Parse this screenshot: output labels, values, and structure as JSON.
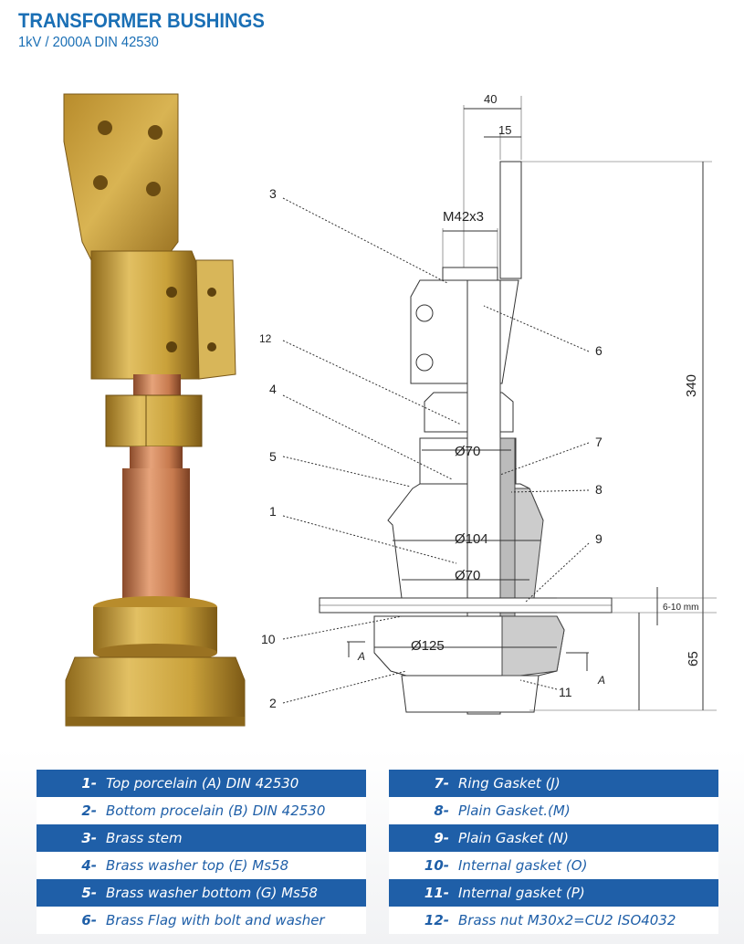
{
  "header": {
    "title": "TRANSFORMER BUSHINGS",
    "subtitle": "1kV / 2000A DIN 42530"
  },
  "drawing": {
    "dims": {
      "d40": "40",
      "d15": "15",
      "thread": "M42x3",
      "d340": "340",
      "gap": "6-10 mm",
      "d65": "65",
      "dia70a": "Ø70",
      "dia104": "Ø104",
      "dia70b": "Ø70",
      "dia125": "Ø125",
      "sectionA1": "A",
      "sectionA2": "A"
    },
    "callouts": {
      "c3": "3",
      "c12": "12",
      "c4": "4",
      "c5": "5",
      "c1": "1",
      "c10": "10",
      "c2": "2",
      "c6": "6",
      "c7": "7",
      "c8": "8",
      "c9": "9",
      "c11": "11"
    }
  },
  "legend": {
    "left": [
      {
        "num": "1-",
        "text": "Top porcelain (A) DIN 42530"
      },
      {
        "num": "2-",
        "text": "Bottom procelain (B) DIN 42530"
      },
      {
        "num": "3-",
        "text": "Brass stem"
      },
      {
        "num": "4-",
        "text": "Brass washer top (E) Ms58"
      },
      {
        "num": "5-",
        "text": "Brass washer bottom (G) Ms58"
      },
      {
        "num": "6-",
        "text": "Brass Flag with bolt and washer"
      }
    ],
    "right": [
      {
        "num": "7-",
        "text": "Ring Gasket (J)"
      },
      {
        "num": "8-",
        "text": "Plain Gasket.(M)"
      },
      {
        "num": "9-",
        "text": "Plain Gasket (N)"
      },
      {
        "num": "10-",
        "text": "Internal gasket (O)"
      },
      {
        "num": "11-",
        "text": "Internal gasket (P)"
      },
      {
        "num": "12-",
        "text": "Brass nut M30x2=CU2 ISO4032"
      }
    ]
  },
  "colors": {
    "brand_blue": "#1a6fb5",
    "legend_dark": "#1f5fa8",
    "brass": "#c9a13a",
    "copper": "#c77a4e"
  }
}
